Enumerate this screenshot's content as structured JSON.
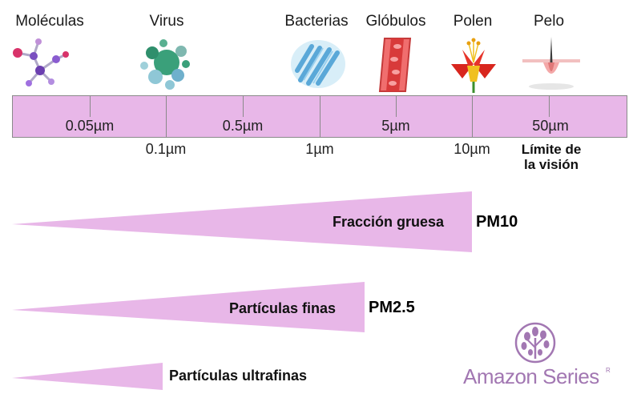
{
  "categories": [
    {
      "key": "molecules",
      "label": "Moléculas",
      "icon": "molecule-icon"
    },
    {
      "key": "virus",
      "label": "Virus",
      "icon": "virus-icon"
    },
    {
      "key": "bacteria",
      "label": "Bacterias",
      "icon": "bacteria-icon"
    },
    {
      "key": "cells",
      "label": "Glóbulos",
      "icon": "blood-vessel-icon"
    },
    {
      "key": "pollen",
      "label": "Polen",
      "icon": "flower-icon"
    },
    {
      "key": "hair",
      "label": "Pelo",
      "icon": "hair-follicle-icon"
    }
  ],
  "scale": {
    "range_labels": [
      "0.05µm",
      "0.5µm",
      "5µm",
      "50µm"
    ],
    "boundary_labels": [
      "0.1µm",
      "1µm",
      "10µm"
    ],
    "vision_limit_line1": "Límite de",
    "vision_limit_line2": "la visión"
  },
  "fractions": [
    {
      "key": "coarse",
      "label": "Fracción gruesa",
      "pm": "PM10"
    },
    {
      "key": "fine",
      "label": "Partículas finas",
      "pm": "PM2.5"
    },
    {
      "key": "ultrafine",
      "label": "Partículas ultrafinas",
      "pm": ""
    }
  ],
  "brand": {
    "name": "Amazon Series",
    "mark": "R"
  },
  "colors": {
    "bar": "#e8b7e8",
    "wedge": "#e8b7e8",
    "brand": "#a277b2"
  }
}
